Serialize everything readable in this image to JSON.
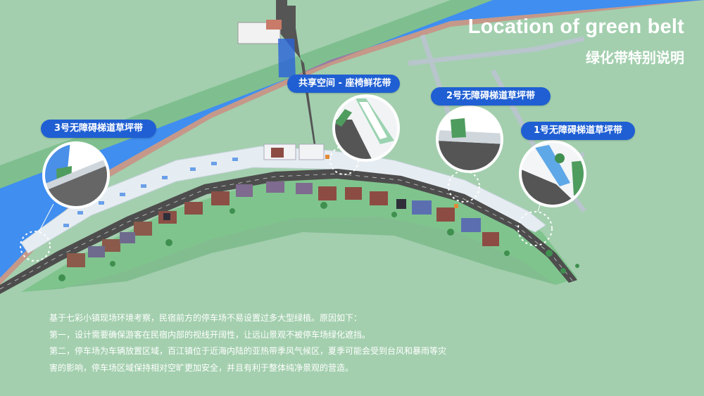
{
  "header": {
    "title": "Location of green belt",
    "subtitle": "绿化带特别说明"
  },
  "callouts": [
    {
      "id": "3",
      "label": "3号无障碍梯道草坪带"
    },
    {
      "id": "shared",
      "label": "共享空间 - 座椅鲜花带"
    },
    {
      "id": "2",
      "label": "2号无障碍梯道草坪带"
    },
    {
      "id": "1",
      "label": "1号无障碍梯道草坪带"
    }
  ],
  "description": {
    "lines": [
      "基于七彩小镇现场环境考察，民宿前方的停车场不易设置过多大型绿植。原因如下：",
      "第一，设计需要确保游客在民宿内部的视线开阔性，让远山景观不被停车场绿化遮挡。",
      "第二，停车场为车辆放置区域，百江镇位于近海内陆的亚热带季风气候区，夏季可能会受到台风和暴雨等灾",
      "害的影响，停车场区域保持相对空旷更加安全，并且有利于整体纯净景观的营造。"
    ]
  },
  "colors": {
    "background": "#a3cfae",
    "river": "#3f8ef0",
    "callout_pill": "#1f5fd3",
    "road": "#4d4d4d"
  }
}
